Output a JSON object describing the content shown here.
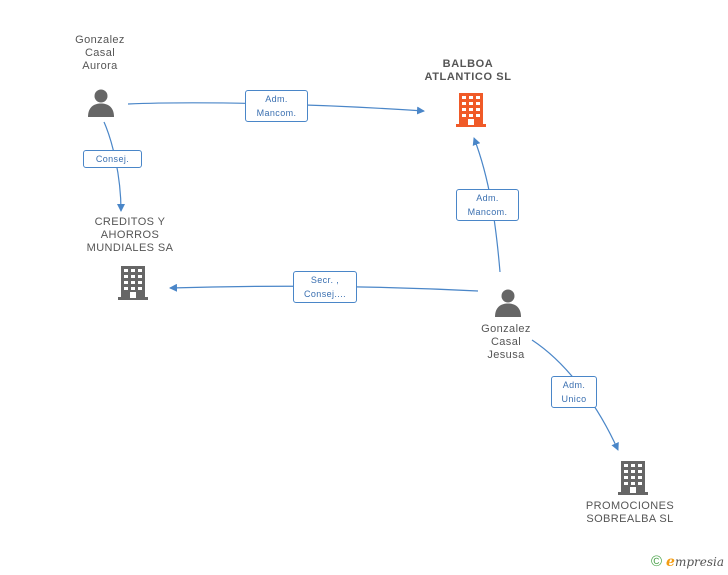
{
  "nodes": {
    "gonzalez_aurora": {
      "lines": [
        "Gonzalez",
        "Casal",
        "Aurora"
      ],
      "type": "person"
    },
    "balboa": {
      "lines": [
        "BALBOA",
        "ATLANTICO SL"
      ],
      "type": "company",
      "highlight": true
    },
    "creditos": {
      "lines": [
        "CREDITOS Y",
        "AHORROS",
        "MUNDIALES SA"
      ],
      "type": "company"
    },
    "gonzalez_jesusa": {
      "lines": [
        "Gonzalez",
        "Casal",
        "Jesusa"
      ],
      "type": "person"
    },
    "promociones": {
      "lines": [
        "PROMOCIONES",
        "SOBREALBA SL"
      ],
      "type": "company"
    }
  },
  "edges": {
    "aurora_balboa": [
      "Adm.",
      "Mancom."
    ],
    "aurora_creditos": [
      "Consej."
    ],
    "jesusa_balboa": [
      "Adm.",
      "Mancom."
    ],
    "jesusa_creditos": [
      "Secr. ,",
      "Consej...."
    ],
    "jesusa_promociones": [
      "Adm.",
      "Unico"
    ]
  },
  "colors": {
    "person": "#666666",
    "company": "#666666",
    "company_highlight": "#f05a28",
    "edge": "#4a86c8"
  },
  "footer": {
    "copyright": "©",
    "brand_initial": "e",
    "brand_rest": "mpresia"
  }
}
